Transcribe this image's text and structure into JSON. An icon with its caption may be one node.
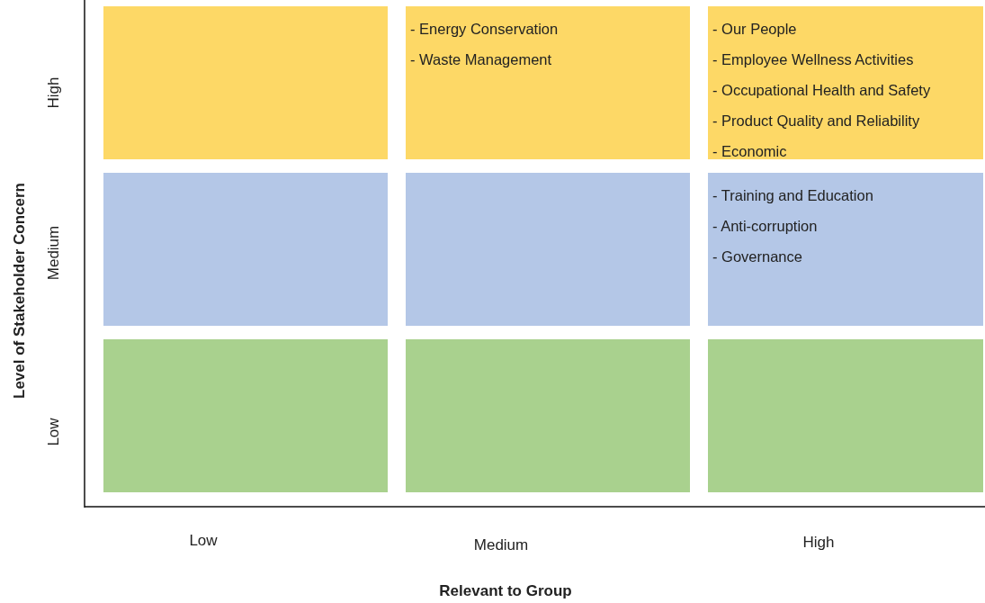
{
  "diagram": {
    "nodes": [
      {
        "text": [],
        "shape": "box"
      },
      {
        "text": [
          "- Energy Conservation",
          "- Waste Management"
        ]
      },
      {
        "text": [
          "- Our People",
          "- Employee Wellness Activities",
          "- Occupational Health and Safety",
          "- Product Quality and Reliability",
          "- Economic"
        ]
      },
      {
        "text": [],
        "shape": "box"
      },
      {
        "text": [],
        "shape": "box"
      },
      {
        "text": [
          "- Training and Education",
          "- Anti-corruption",
          "- Governance"
        ]
      },
      {
        "text": [],
        "shape": "box"
      },
      {
        "text": [],
        "shape": "box"
      },
      {
        "text": [],
        "shape": "box"
      }
    ],
    "edges": [],
    "labels": [
      "High",
      "Medium",
      "Low",
      "Level of Stakeholder Concern",
      "Low",
      "Medium",
      "High",
      "Relevant to Group"
    ]
  }
}
